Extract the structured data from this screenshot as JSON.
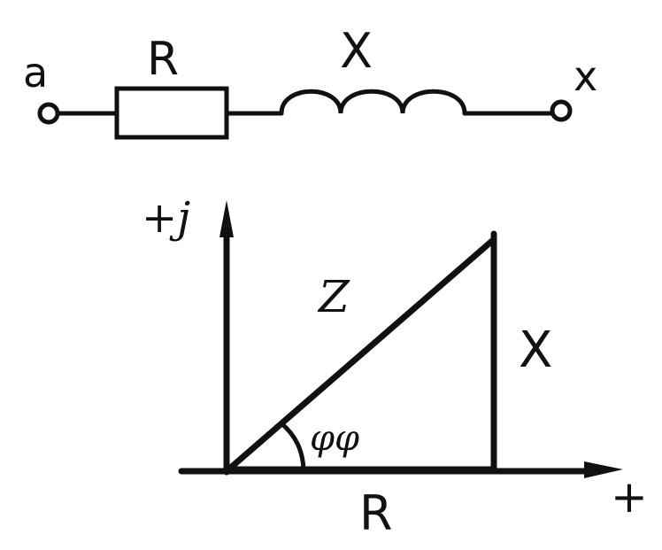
{
  "circuit": {
    "terminal_start": "a",
    "resistor_label": "R",
    "inductor_label": "X",
    "terminal_end": "x"
  },
  "triangle": {
    "y_axis_label": "+j",
    "x_axis_label": "+",
    "hypotenuse_label": "Z",
    "vertical_side_label": "X",
    "base_label": "R",
    "angle_label": "φφ"
  },
  "colors": {
    "ink": "#111111",
    "paper": "#ffffff"
  }
}
